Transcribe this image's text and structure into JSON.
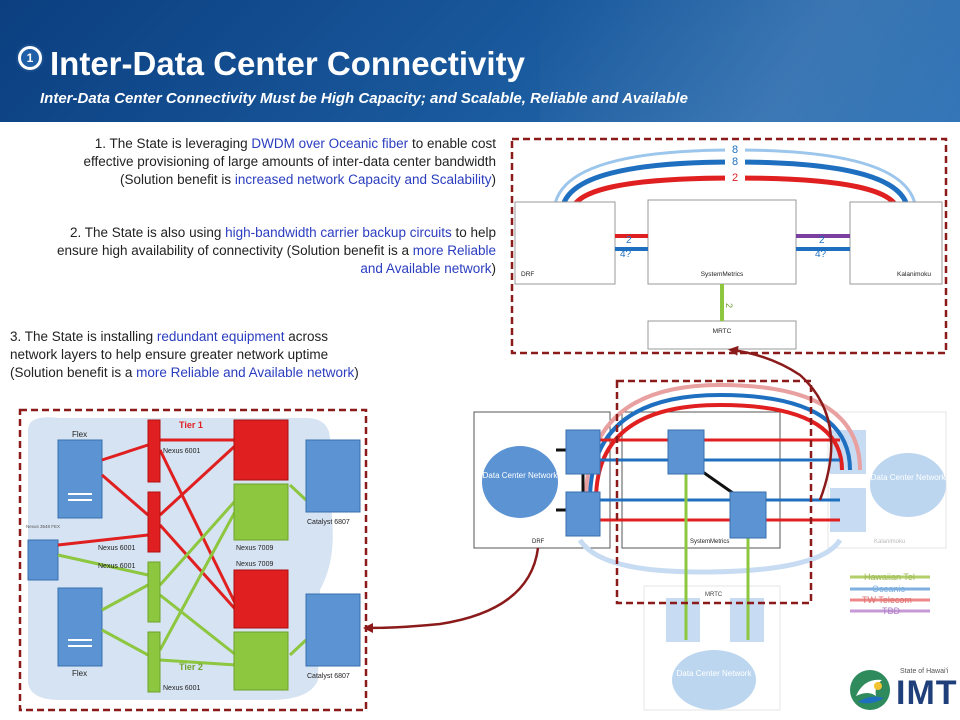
{
  "header": {
    "badge": "1",
    "title": "Inter-Data Center Connectivity",
    "subtitle": "Inter-Data Center Connectivity Must  be High Capacity; and Scalable, Reliable and Available"
  },
  "points": {
    "p1": {
      "t1": "1.  The State is leveraging ",
      "h1": "DWDM over Oceanic fiber",
      "t2": " to enable cost effective provisioning of large amounts of inter-data center bandwidth (Solution benefit is ",
      "h2": "increased network Capacity and Scalability",
      "t3": ")"
    },
    "p2": {
      "t1": "2.  The State is also using ",
      "h1": "high-bandwidth carrier backup circuits",
      "t2": " to help ensure high availability of connectivity (Solution benefit is a ",
      "h2": "more Reliable and Available network",
      "t3": ")"
    },
    "p3": {
      "t1": "3.  The State is installing ",
      "h1": "redundant equipment",
      "t2": " across network layers to help ensure greater network uptime (Solution benefit is a ",
      "h2": "more Reliable and Available network",
      "t3": ")"
    }
  },
  "topology": {
    "drf": "DRF",
    "systemmetrics": "SystemMetrics",
    "kalanimoku": "Kalanimoku",
    "mrtc": "MRTC",
    "arc_labels": [
      "8",
      "8",
      "2"
    ],
    "left_link_labels": [
      "2",
      "4?"
    ],
    "right_link_labels": [
      "2",
      "4?"
    ],
    "mrtc_link_label": "2"
  },
  "tiers": {
    "tier1": "Tier 1",
    "tier2": "Tier 2",
    "flex_top": "Flex",
    "flex_bottom": "Flex",
    "nexus6001_a": "Nexus 6001",
    "nexus6001_b": "Nexus 6001",
    "nexus6001_c": "Nexus 6001",
    "nexus6001_d": "Nexus 6001",
    "nexus7009_a": "Nexus 7009",
    "nexus7009_b": "Nexus 7009",
    "catalyst_a": "Catalyst 6807",
    "catalyst_b": "Catalyst 6807",
    "tiny_label": "Nexus 3548 FEX"
  },
  "network": {
    "dc_label": "Data Center Network",
    "drf": "DRF",
    "systemmetrics": "SystemMetrics",
    "kalanimoku": "Kalanimoku",
    "mrtc": "MRTC",
    "legend": [
      {
        "label": "Hawaiian Tel",
        "color": "#b3cf6a"
      },
      {
        "label": "Oceanic",
        "color": "#7fb0e0"
      },
      {
        "label": "TW Telecom",
        "color": "#ee8888"
      },
      {
        "label": "TBD",
        "color": "#c59ad6"
      }
    ]
  },
  "logo": {
    "line1": "State of Hawai'i",
    "line2": "IMT"
  },
  "colors": {
    "red": "#e02020",
    "blue": "#1f6fc0",
    "green": "#8dc63f",
    "purple": "#7b3fa0",
    "frame": "#8b1a1a"
  }
}
